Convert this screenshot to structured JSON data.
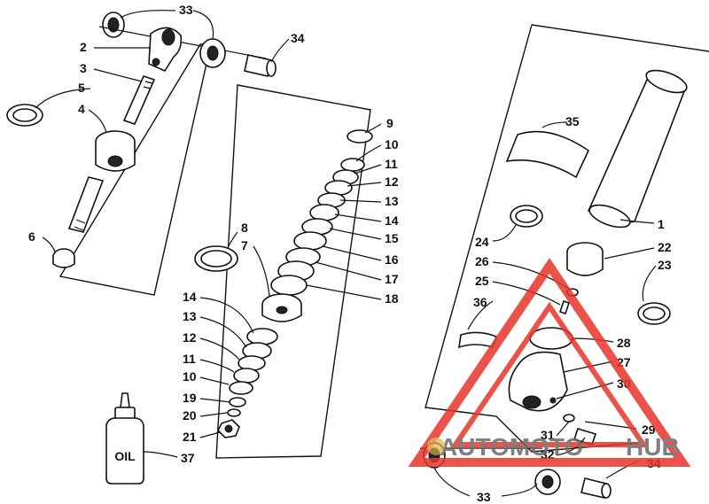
{
  "diagram": {
    "labels": {
      "l1": "1",
      "l2": "2",
      "l3": "3",
      "l4": "4",
      "l5": "5",
      "l6": "6",
      "l7": "7",
      "l8": "8",
      "l9": "9",
      "l10": "10",
      "l11": "11",
      "l12": "12",
      "l13": "13",
      "l14": "14",
      "l15": "15",
      "l16": "16",
      "l17": "17",
      "l18": "18",
      "l14b": "14",
      "l13b": "13",
      "l12b": "12",
      "l11b": "11",
      "l10b": "10",
      "l19": "19",
      "l20": "20",
      "l21": "21",
      "l22": "22",
      "l23": "23",
      "l24": "24",
      "l25": "25",
      "l26": "26",
      "l27": "27",
      "l28": "28",
      "l29": "29",
      "l30": "30",
      "l31": "31",
      "l32": "32",
      "l33a": "33",
      "l33b": "33",
      "l34a": "34",
      "l34b": "34",
      "l35": "35",
      "l36": "36",
      "l37": "37"
    },
    "bottle_text": "OIL",
    "watermark": {
      "text_a": "AUTOMOTO",
      "text_b": "HUB",
      "color_red": "#e8342a",
      "color_gray": "#6b6b6b",
      "color_gold": "#d8b24a"
    }
  }
}
